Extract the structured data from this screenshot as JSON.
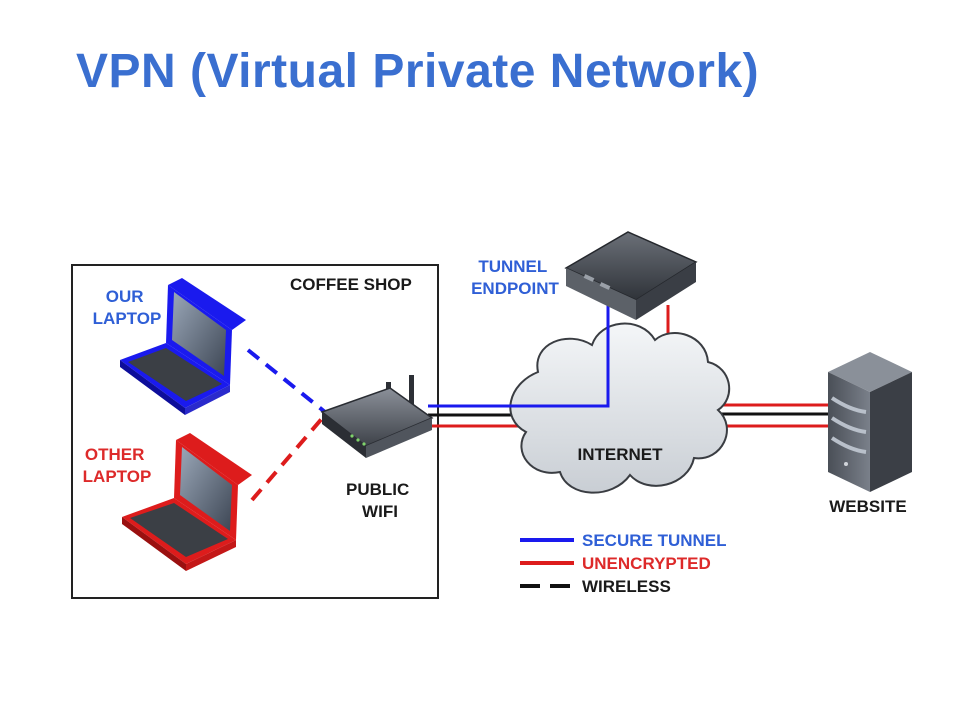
{
  "slide": {
    "title": "VPN (Virtual Private Network)"
  },
  "diagram": {
    "coffee_shop_label": "COFFEE SHOP",
    "our_laptop_label": [
      "OUR",
      "LAPTOP"
    ],
    "other_laptop_label": [
      "OTHER",
      "LAPTOP"
    ],
    "wifi_label": [
      "PUBLIC",
      "WIFI"
    ],
    "tunnel_endpoint_label": [
      "TUNNEL",
      "ENDPOINT"
    ],
    "internet_label": "INTERNET",
    "website_label": "WEBSITE",
    "legend": [
      {
        "label": "SECURE TUNNEL",
        "color": "#1a1aee",
        "style": "solid"
      },
      {
        "label": "UNENCRYPTED",
        "color": "#dd1c1c",
        "style": "solid"
      },
      {
        "label": "WIRELESS",
        "color": "#111111",
        "style": "dashed"
      }
    ]
  },
  "colors": {
    "title": "#3a6fd0",
    "secure": "#1a1aee",
    "unencrypted": "#dd1c1c",
    "wireless": "#111111",
    "label_blue": "#2f5fd6",
    "label_red": "#dd2a2a"
  }
}
